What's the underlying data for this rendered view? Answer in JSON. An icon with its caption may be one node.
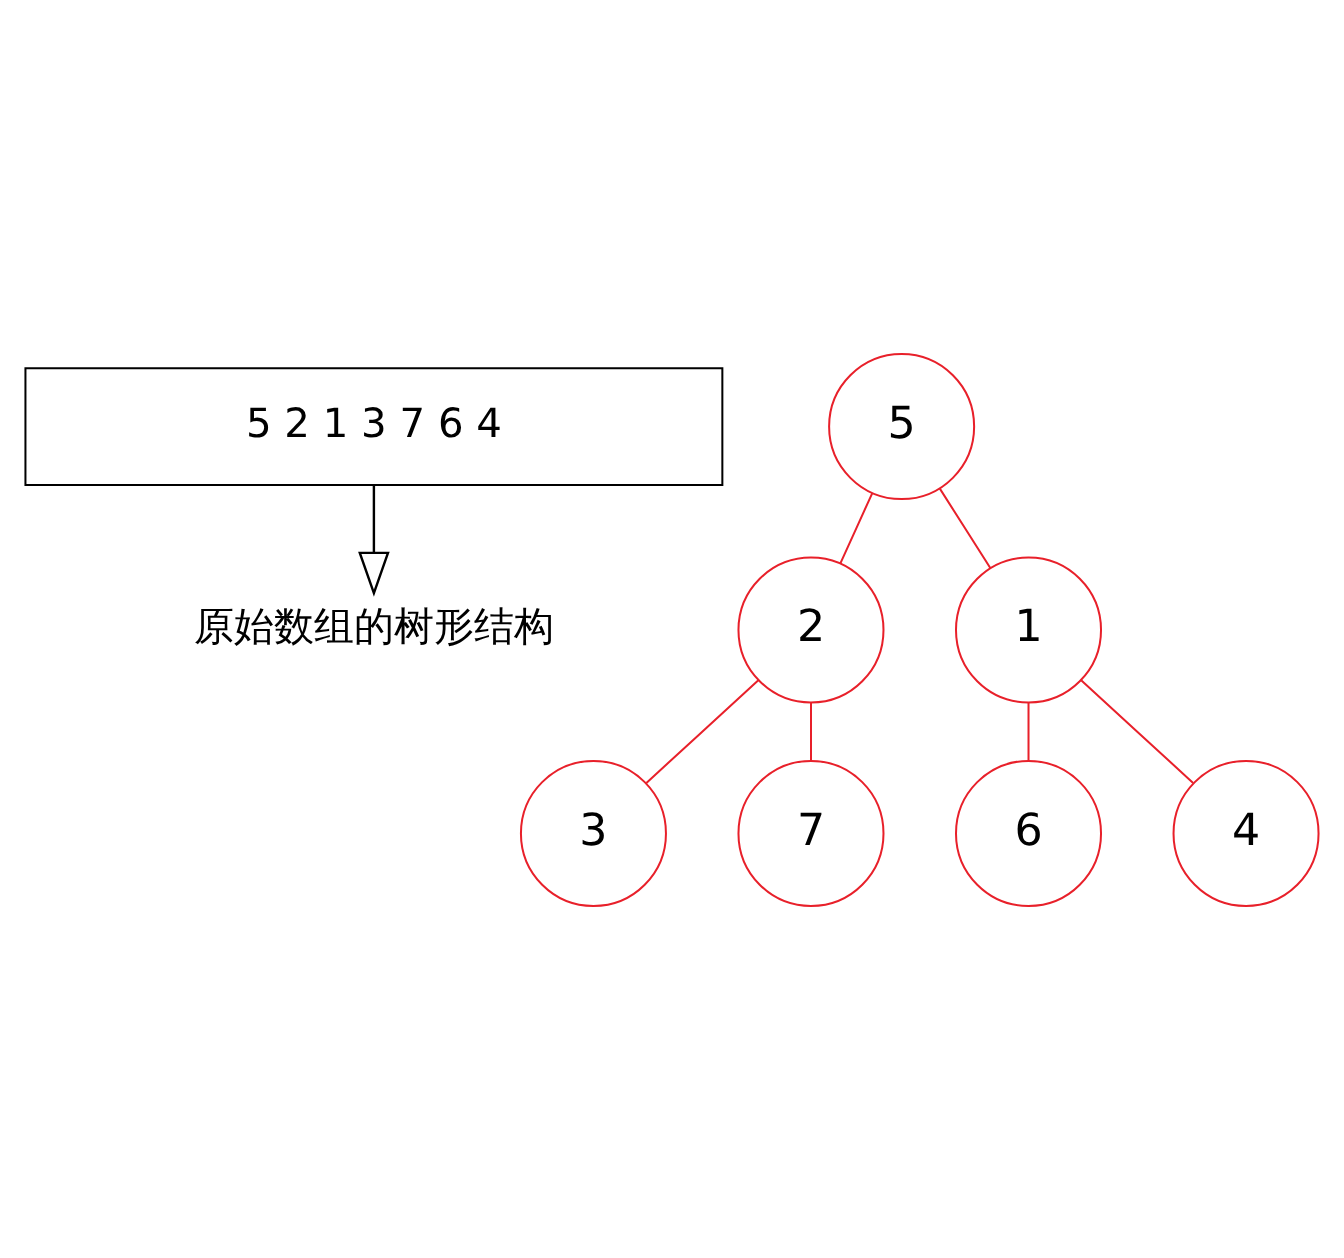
{
  "diagram": {
    "nodes": [
      {
        "text": [
          "5 2 1 3 7 6 4"
        ]
      },
      {
        "text": [
          "原始数组的树形结构"
        ]
      },
      {
        "text": [
          "5"
        ]
      },
      {
        "text": [
          "2"
        ]
      },
      {
        "text": [
          "1"
        ]
      },
      {
        "text": [
          "3"
        ]
      },
      {
        "text": [
          "7"
        ]
      },
      {
        "text": [
          "6"
        ]
      },
      {
        "text": [
          "4"
        ]
      }
    ],
    "edges": [
      {
        "from": 0,
        "to": 1,
        "arrow": "to",
        "color": "#000000"
      },
      {
        "from": 2,
        "to": 3,
        "arrow": "none"
      },
      {
        "from": 2,
        "to": 4,
        "arrow": "none"
      },
      {
        "from": 3,
        "to": 5,
        "arrow": "none"
      },
      {
        "from": 3,
        "to": 6,
        "arrow": "none"
      },
      {
        "from": 4,
        "to": 7,
        "arrow": "none"
      },
      {
        "from": 4,
        "to": 8,
        "arrow": "none"
      }
    ]
  }
}
